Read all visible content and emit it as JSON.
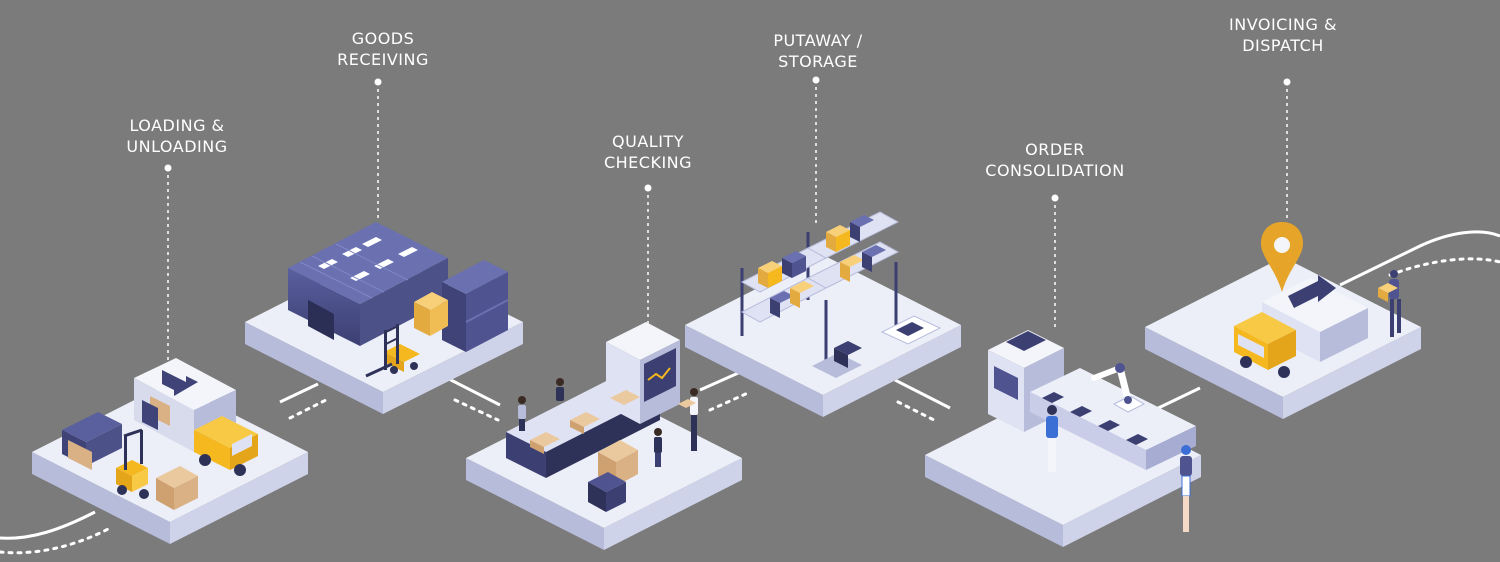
{
  "colors": {
    "background": "#7b7b7b",
    "platform_top": "#eceef8",
    "platform_side": "#b7bcdb",
    "navy": "#4f5490",
    "navy_dark": "#383c6b",
    "accent_yellow": "#f5b81e",
    "box_tan": "#d9b184",
    "route_line": "#ffffff"
  },
  "stages": [
    {
      "name": "loading-unloading",
      "line1": "LOADING &",
      "line2": "UNLOADING",
      "icon": "truck-forklift-icon"
    },
    {
      "name": "goods-receiving",
      "line1": "GOODS",
      "line2": "RECEIVING",
      "icon": "warehouse-icon"
    },
    {
      "name": "quality-checking",
      "line1": "QUALITY",
      "line2": "CHECKING",
      "icon": "conveyor-inspection-icon"
    },
    {
      "name": "putaway-storage",
      "line1": "PUTAWAY /",
      "line2": "STORAGE",
      "icon": "storage-rack-icon"
    },
    {
      "name": "order-consolidation",
      "line1": "ORDER",
      "line2": "CONSOLIDATION",
      "icon": "robot-arm-icon"
    },
    {
      "name": "invoicing-dispatch",
      "line1": "INVOICING &",
      "line2": "DISPATCH",
      "icon": "location-pin-truck-icon"
    }
  ]
}
